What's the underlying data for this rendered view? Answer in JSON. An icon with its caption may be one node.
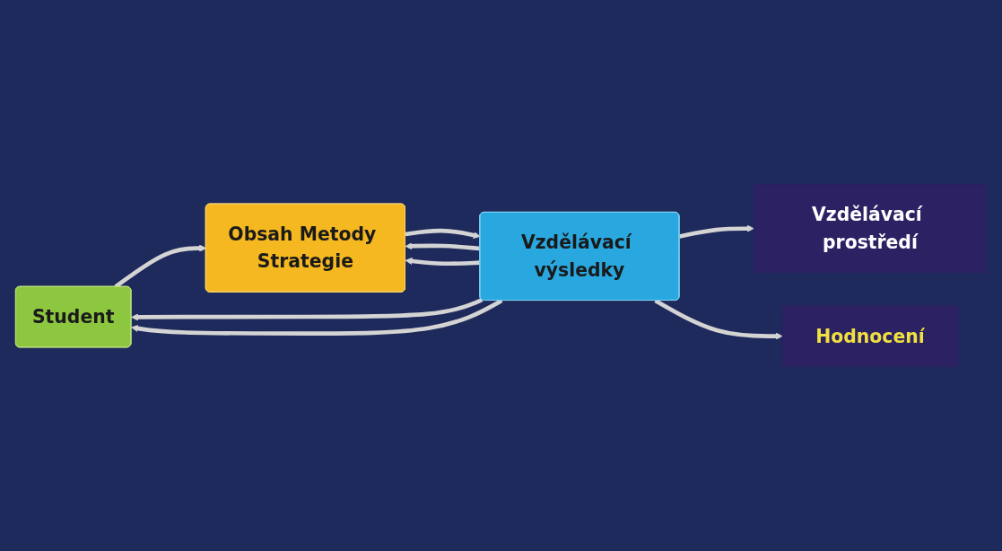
{
  "diagram": {
    "nodes": [
      {
        "text": [
          "Vzdělávací prostředí"
        ]
      },
      {
        "text": [
          "Student"
        ]
      },
      {
        "text": [
          "Obsah Metody Strategie"
        ]
      },
      {
        "text": [
          "Vzdělávací výsledky"
        ]
      },
      {
        "text": [
          "Hodnocení"
        ]
      }
    ],
    "edges": [
      {
        "from": 1,
        "to": 2,
        "arrow": "to"
      },
      {
        "from": 2,
        "to": 3,
        "arrow": "to"
      },
      {
        "from": 3,
        "to": 1,
        "arrow": "to"
      },
      {
        "from": 3,
        "to": 2,
        "arrow": "to"
      },
      {
        "from": 3,
        "to": 2,
        "arrow": "to"
      },
      {
        "from": 3,
        "to": 1,
        "arrow": "to"
      },
      {
        "from": 3,
        "to": 0,
        "arrow": "to"
      },
      {
        "from": 3,
        "to": 4,
        "arrow": "to"
      }
    ]
  }
}
